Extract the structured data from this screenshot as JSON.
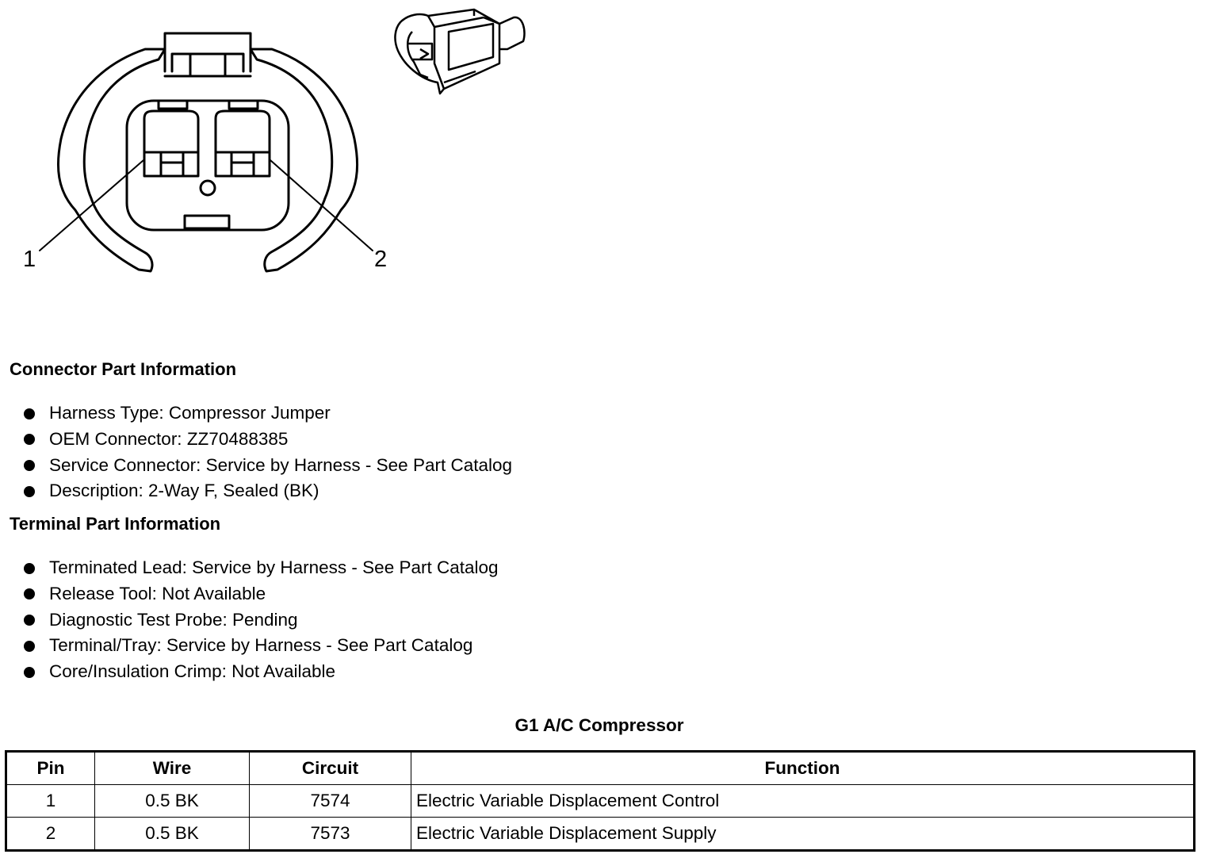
{
  "diagram": {
    "pin_labels": [
      "1",
      "2"
    ]
  },
  "connector_section": {
    "heading": "Connector Part Information",
    "items": [
      "Harness Type: Compressor Jumper",
      "OEM Connector: ZZ70488385",
      "Service Connector: Service by Harness - See Part Catalog",
      "Description: 2-Way F, Sealed (BK)"
    ]
  },
  "terminal_section": {
    "heading": "Terminal Part Information",
    "items": [
      "Terminated Lead: Service by Harness - See Part Catalog",
      "Release Tool: Not Available",
      "Diagnostic Test Probe: Pending",
      "Terminal/Tray: Service by Harness - See Part Catalog",
      "Core/Insulation Crimp: Not Available"
    ]
  },
  "pin_table": {
    "title": "G1 A/C Compressor",
    "headers": [
      "Pin",
      "Wire",
      "Circuit",
      "Function"
    ],
    "rows": [
      [
        "1",
        "0.5 BK",
        "7574",
        "Electric Variable Displacement Control"
      ],
      [
        "2",
        "0.5 BK",
        "7573",
        "Electric Variable Displacement Supply"
      ]
    ]
  }
}
